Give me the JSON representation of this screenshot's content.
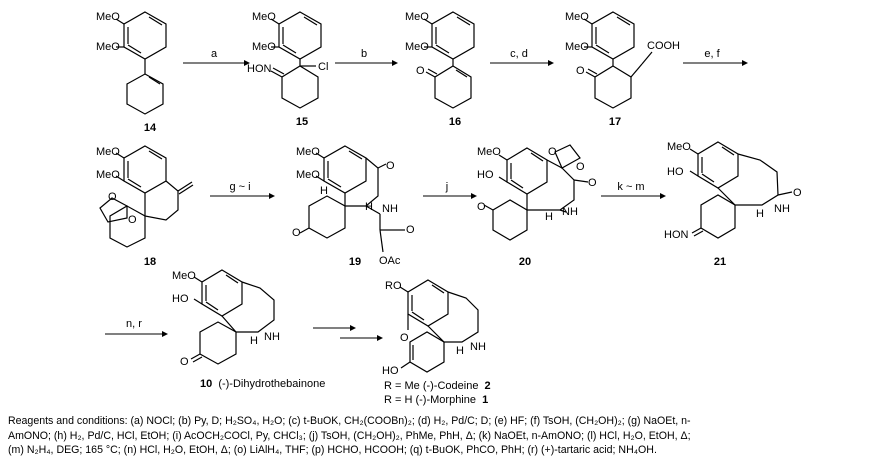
{
  "compounds": {
    "c14": "14",
    "c15": "15",
    "c16": "16",
    "c17": "17",
    "c18": "18",
    "c19": "19",
    "c20": "20",
    "c21": "21",
    "c10": "10",
    "c10_name": "(-)-Dihydrothebainone",
    "codeine": "R = Me  (-)-Codeine",
    "codeine_num": "2",
    "morphine": "R = H   (-)-Morphine",
    "morphine_num": "1"
  },
  "arrows": {
    "a1": "a",
    "a2": "b",
    "a3": "c, d",
    "a4": "e, f",
    "a5": "g ~ i",
    "a6": "j",
    "a7": "k ~ m",
    "a8": "n, r"
  },
  "atoms": {
    "ome": "MeO",
    "oh": "HO",
    "ro": "RO",
    "hon": "HON",
    "cl": "Cl",
    "cooh": "COOH",
    "o": "O",
    "nh": "NH",
    "h": "H",
    "oac": "OAc",
    "ho_c6": "HO"
  },
  "footnote": {
    "line1": "Reagents and conditions: (a) NOCl; (b) Py, D; H₂SO₄, H₂O; (c) t-BuOK, CH₂(COOBn)₂; (d) H₂, Pd/C; D; (e) HF; (f) TsOH, (CH₂OH)₂; (g) NaOEt, n-",
    "line2": "AmONO; (h) H₂, Pd/C, HCl, EtOH; (i) AcOCH₂COCl, Py, CHCl₃; (j) TsOH, (CH₂OH)₂, PhMe, PhH, Δ; (k) NaOEt, n-AmONO; (l) HCl, H₂O, EtOH, Δ;",
    "line3": "(m) N₂H₄, DEG; 165 °C; (n) HCl, H₂O, EtOH, Δ; (o) LiAlH₄, THF; (p) HCHO, HCOOH; (q) t-BuOK, PhCO, PhH; (r) (+)-tartaric acid; NH₄OH."
  }
}
